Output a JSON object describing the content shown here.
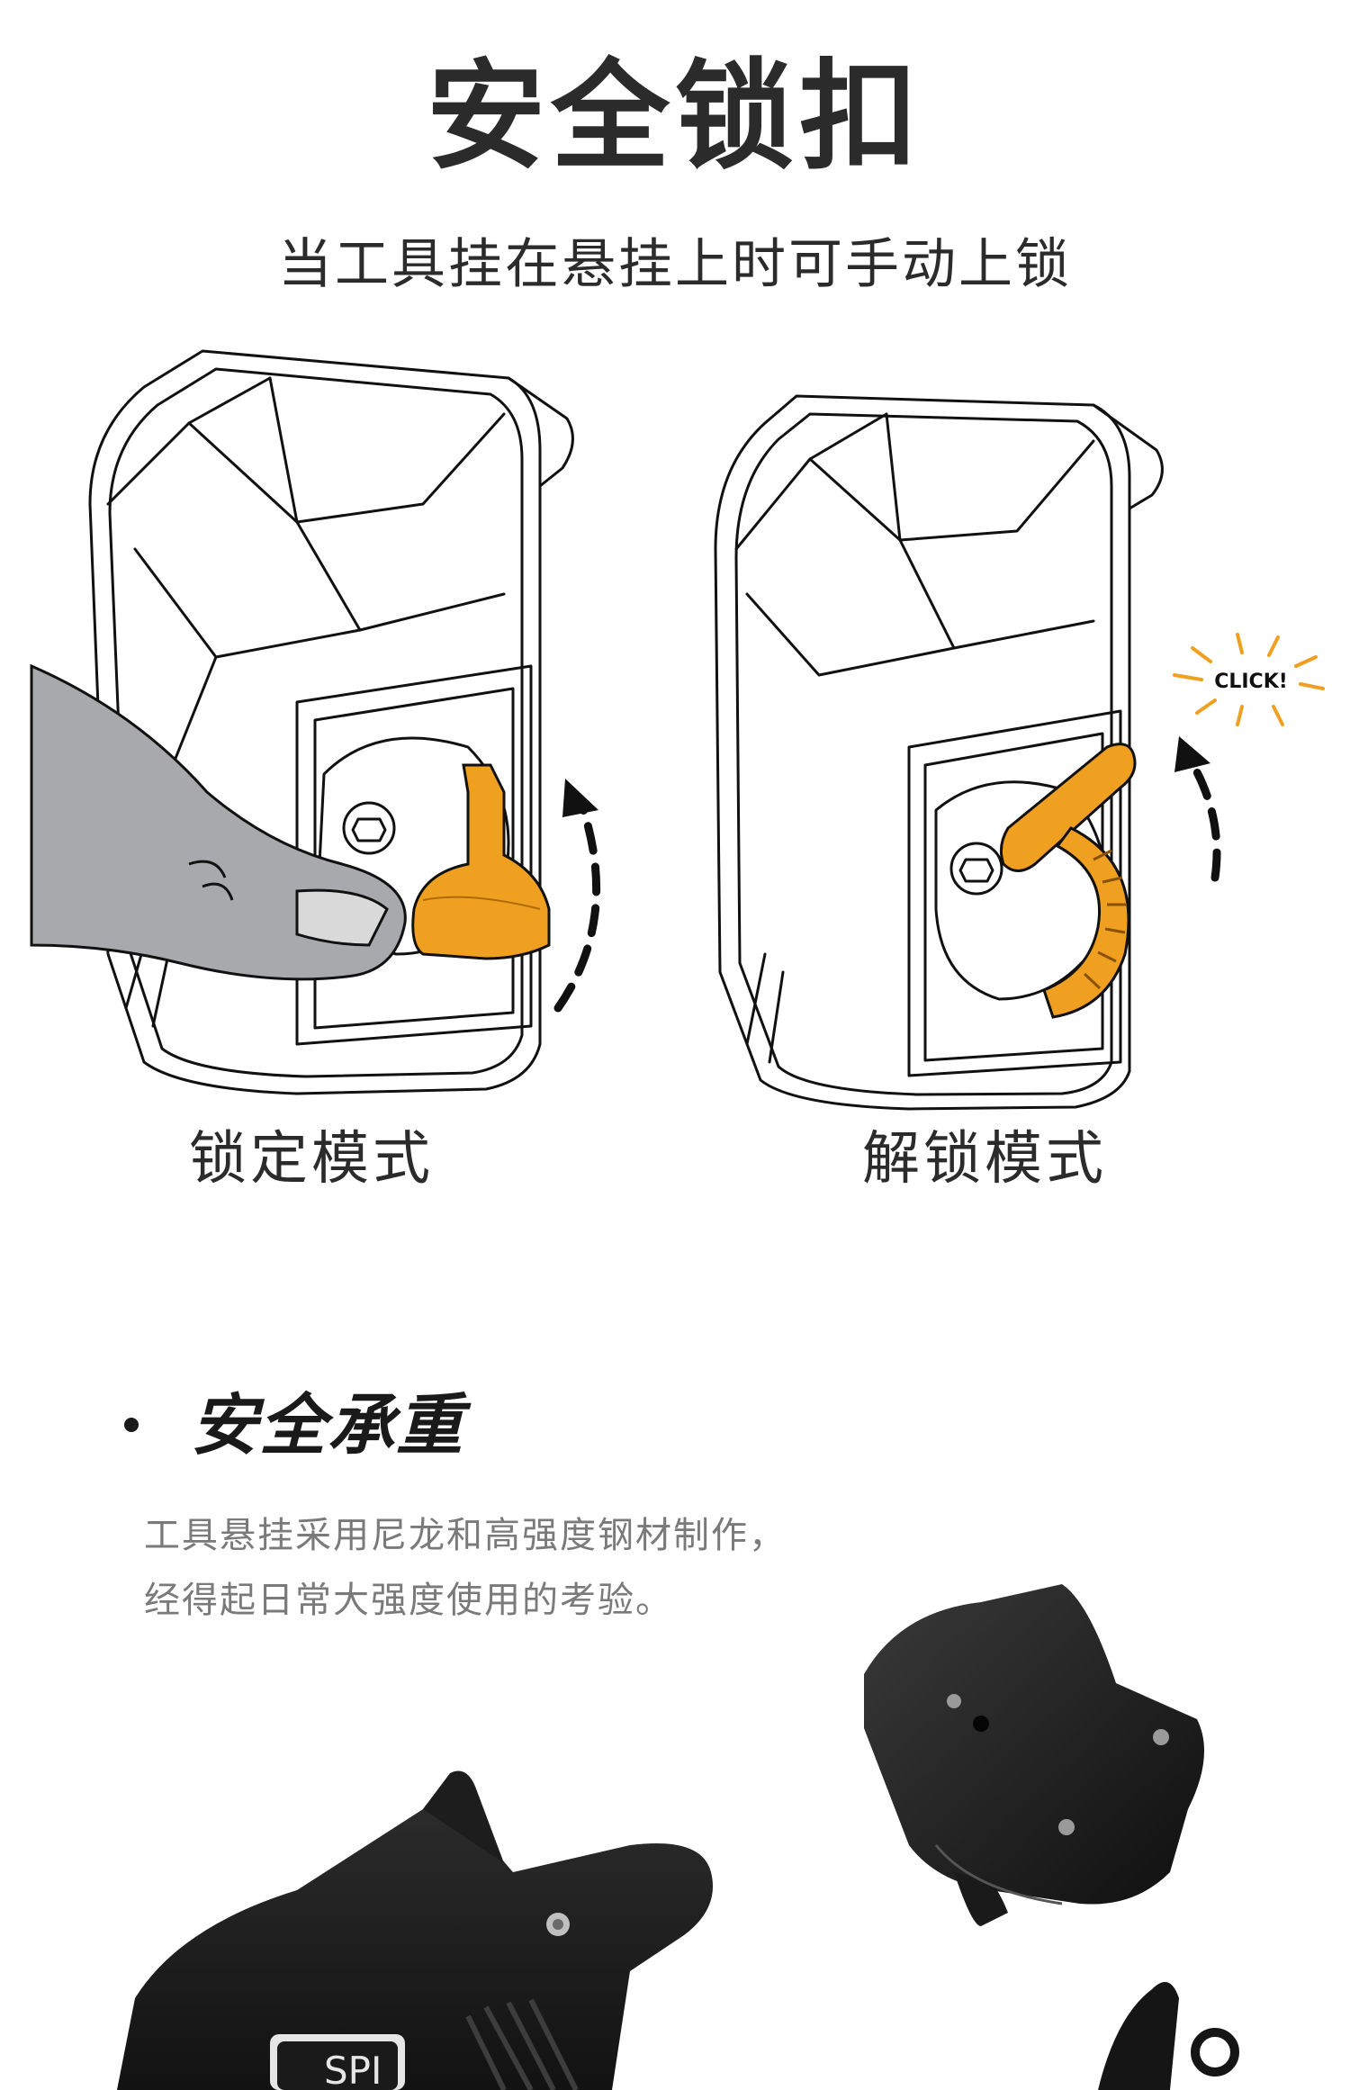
{
  "header": {
    "title": "安全锁扣",
    "subtitle": "当工具挂在悬挂上时可手动上锁"
  },
  "illustration": {
    "click_label": "CLICK!",
    "accent_color": "#f0a020",
    "finger_color": "#a7a9ac"
  },
  "modes": {
    "locked_label": "锁定模式",
    "unlocked_label": "解锁模式"
  },
  "feature": {
    "heading": "安全承重",
    "description_lines": [
      "工具悬挂采用尼龙和高强度钢材制作，",
      "经得起日常大强度使用的考验。"
    ]
  },
  "product_photo": {
    "brand_text": "SPI"
  }
}
